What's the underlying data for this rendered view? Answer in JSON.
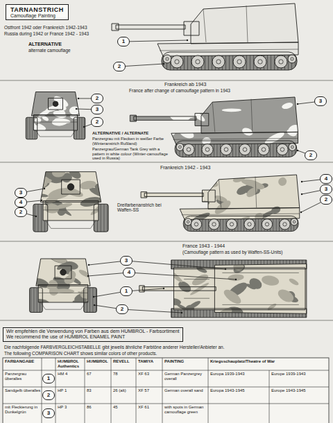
{
  "diagram": {
    "nodes": [
      {
        "text": [
          "TARNANSTRICH",
          "Camouflage Painting"
        ]
      },
      {
        "text": [
          "1"
        ]
      },
      {
        "text": [
          "2"
        ]
      },
      {
        "text": [
          "2"
        ]
      },
      {
        "text": [
          "3"
        ]
      },
      {
        "text": [
          "2"
        ]
      },
      {
        "text": [
          "3"
        ]
      },
      {
        "text": [
          "2"
        ]
      },
      {
        "text": [
          "3"
        ]
      },
      {
        "text": [
          "4"
        ]
      },
      {
        "text": [
          "2"
        ]
      },
      {
        "text": [
          "4"
        ]
      },
      {
        "text": [
          "3"
        ]
      },
      {
        "text": [
          "2"
        ]
      },
      {
        "text": [
          "3"
        ]
      },
      {
        "text": [
          "4"
        ]
      },
      {
        "text": [
          "1"
        ]
      },
      {
        "text": [
          "2"
        ]
      },
      {
        "text": [
          "Wir empfehlen die Verwendung von Farben aus dem HUMBROL - Farbsortiment",
          "We recommend the use of HUMBROL ENAMEL PAINT"
        ]
      },
      {
        "text": [
          "1"
        ]
      },
      {
        "text": [
          "2"
        ]
      },
      {
        "text": [
          "3"
        ]
      }
    ],
    "labels": [
      "Ostfront 1942 oder Frankreich 1942-1943",
      "Russia during 1942 or France 1942 - 1943",
      "ALTERNATIVE",
      "alternate camouflage",
      "Frankreich ab 1943",
      "France after change of camouflage pattern in 1943",
      "ALTERNATIVE / ALTERNATE",
      "Panzergrau mit Flecken in weißer Farbe (Winteranstrich Rußland)",
      "Panzergrau/German Tank Grey with a pattern in white colour (Winter-camouflage used in Russia)",
      "Frankreich 1942 - 1943",
      "Dreifarbenanstrich bei Waffen-SS",
      "France 1943 - 1944",
      "(Camouflage pattern as used by Waffen-SS-Units)",
      "Die nachfolgende FARBVERGLEICHSTABELLE gibt jeweils ähnliche Farbtöne anderer Hersteller/Anbieter an.",
      "The following COMPARISON CHART shows similar colors of other products.",
      "FARBANGABE",
      "HUMBROL Authentics",
      "HUMBROL",
      "REVELL",
      "TAMIYA",
      "PAINTING",
      "Kriegsschauplatz/Theatre of War",
      "Panzergrau überalles",
      "HM 4",
      "67",
      "78",
      "XF 63",
      "German Panzergrey overall",
      "Europa 1939-1943",
      "Europe 1939-1943",
      "Sandgelb überalles",
      "HP 1",
      "83",
      "26 (alt)",
      "XF 57",
      "German overall sand",
      "Europa 1943-1945",
      "Europe 1943-1945",
      "mit Fleckierung in Dunkelgrün",
      "HP 3",
      "86",
      "45",
      "XF 61",
      "with spots in German camouflage green"
    ]
  }
}
